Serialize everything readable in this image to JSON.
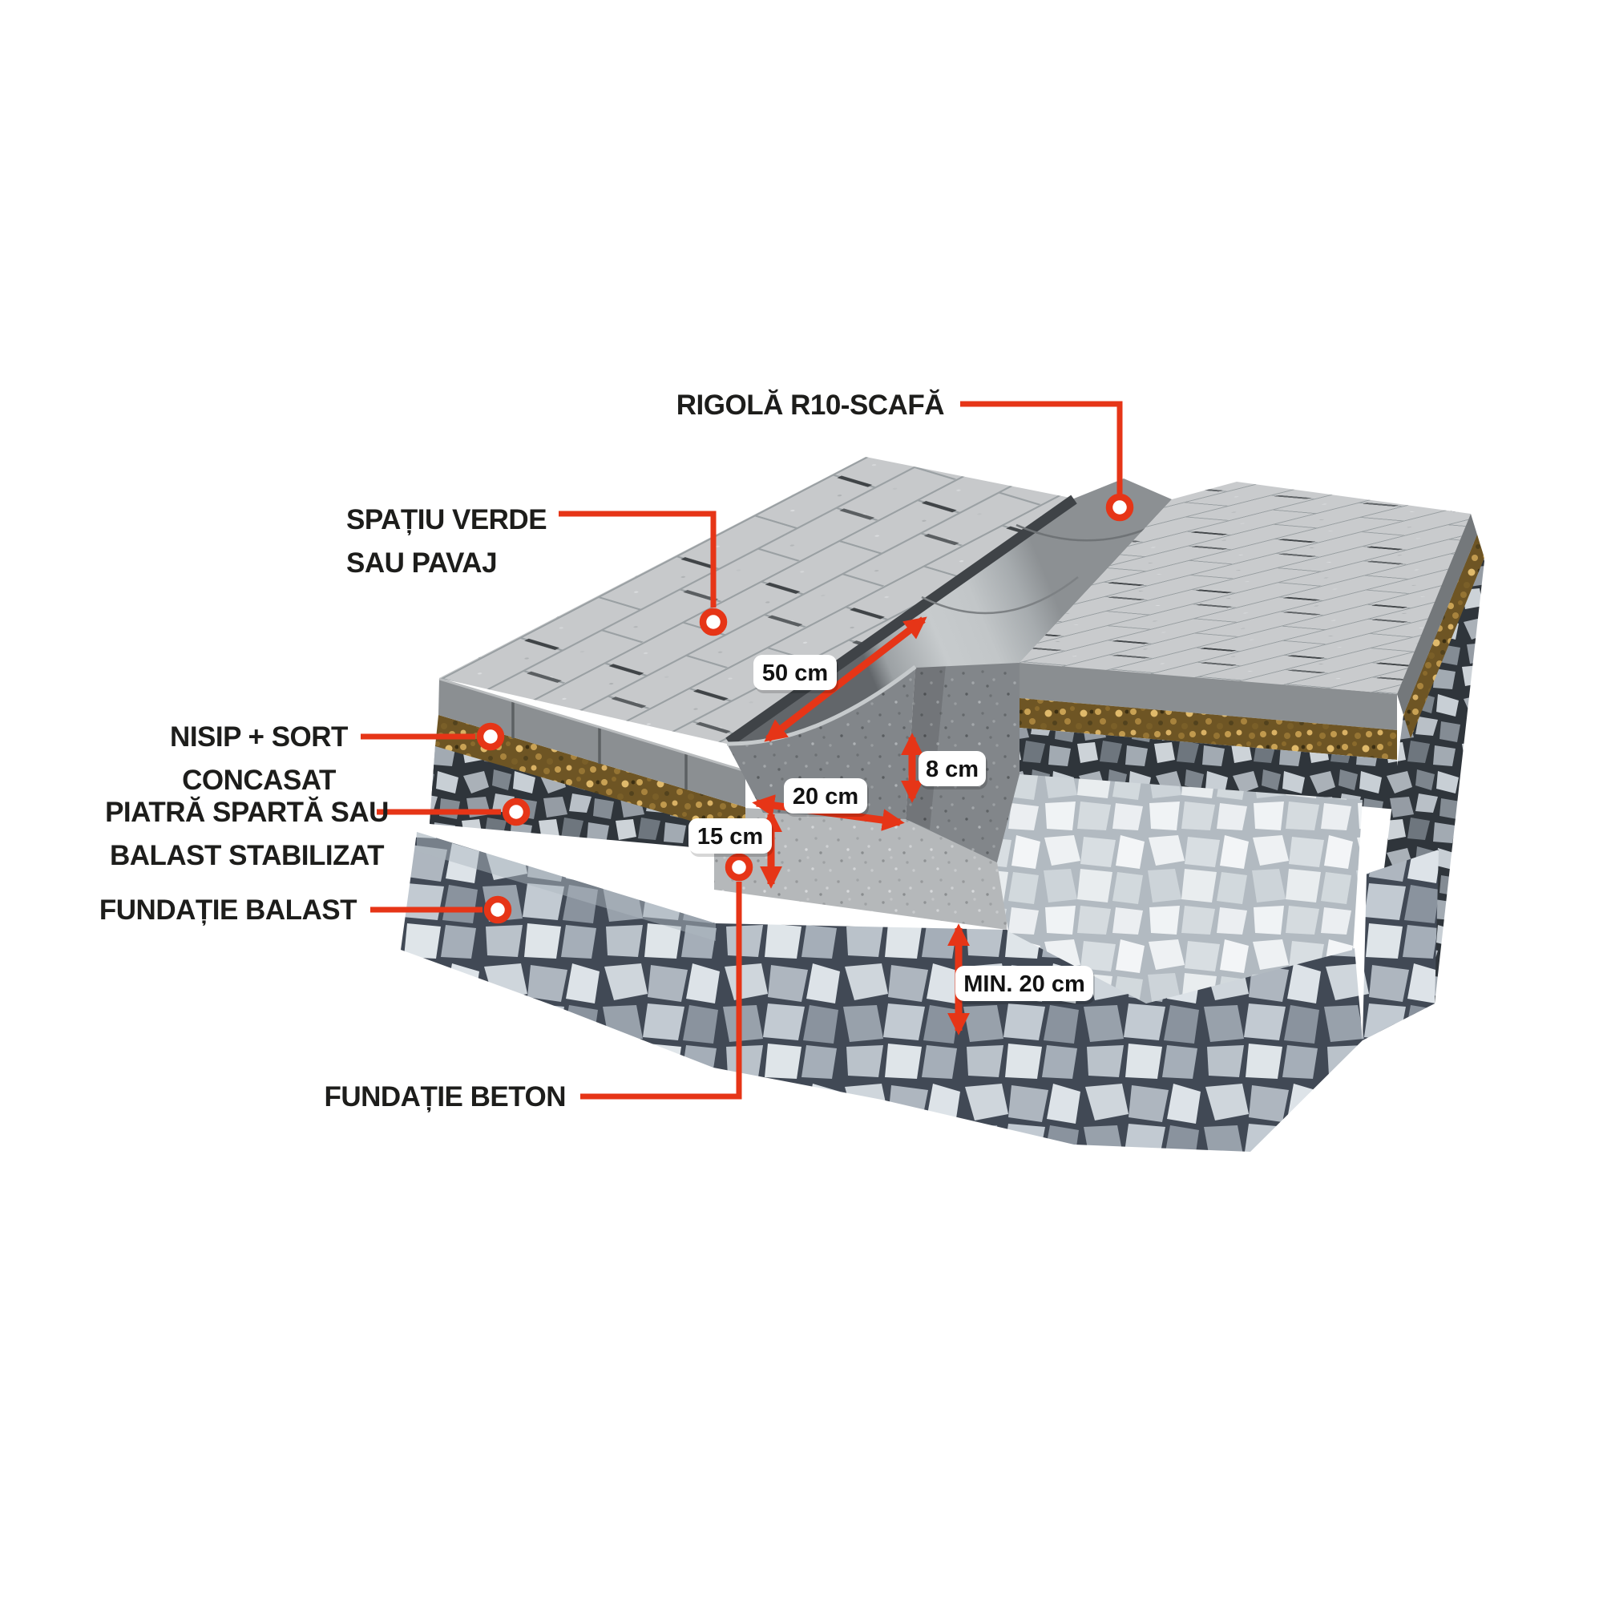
{
  "diagram": {
    "title_context": "rigola-r10-scafa-installation-cross-section",
    "background": "#ffffff",
    "accent_red": "#e63517",
    "text_color": "#1d1d1b",
    "labels": {
      "rigola": "RIGOLĂ R10-SCAFĂ",
      "spatiu_line1": "SPAȚIU VERDE",
      "spatiu_line2": "SAU PAVAJ",
      "nisip_line1": "NISIP + SORT",
      "nisip_line2": "CONCASAT",
      "piatra_line1": "PIATRĂ SPARTĂ SAU",
      "piatra_line2": "BALAST STABILIZAT",
      "fundatie_balast": "FUNDAȚIE BALAST",
      "fundatie_beton": "FUNDAȚIE BETON"
    },
    "dimensions": {
      "latime_rigola": "50 cm",
      "inaltime_rigola": "8 cm",
      "latime_baza": "20 cm",
      "grosime_fundatie_beton": "15 cm",
      "grosime_fundatie_balast": "MIN. 20 cm"
    },
    "materials": {
      "paver_top": "#c7c9cb",
      "paver_face": "#8b8f92",
      "sand_layer": "#6e5524",
      "crushed_stone": "#2f353b",
      "ballast": "#414955",
      "white_stone_fill": "#b2bac1",
      "concrete_foundation": "#b5b8ba",
      "channel_concrete": "#c7cbcd"
    }
  }
}
